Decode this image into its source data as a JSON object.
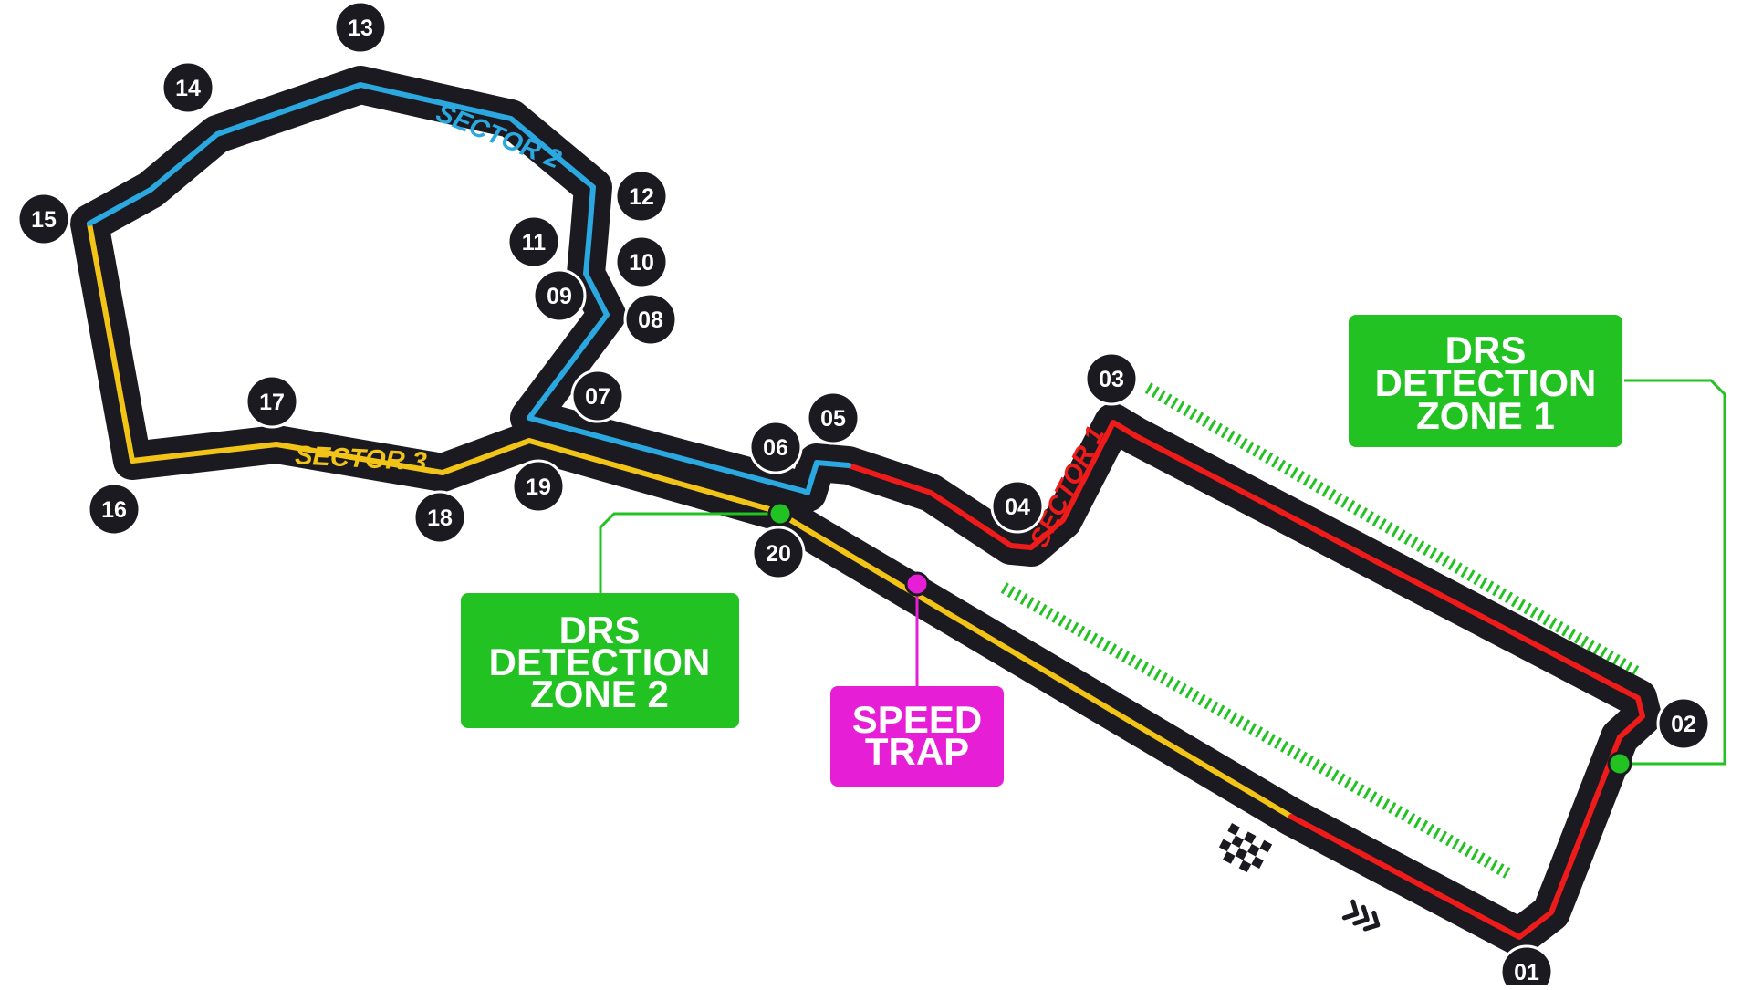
{
  "map": {
    "colors": {
      "track": "#1b1a21",
      "sector1": "#ee1b1b",
      "sector2": "#2aa8df",
      "sector3": "#f2c418",
      "drs": "#22c222",
      "speed_trap": "#e61fd7",
      "label_text": "#ffffff"
    },
    "turns": [
      "01",
      "02",
      "03",
      "04",
      "05",
      "06",
      "07",
      "08",
      "09",
      "10",
      "11",
      "12",
      "13",
      "14",
      "15",
      "16",
      "17",
      "18",
      "19",
      "20"
    ],
    "sectors": [
      {
        "label": "SECTOR 1",
        "color": "#ee1b1b"
      },
      {
        "label": "SECTOR 2",
        "color": "#2aa8df"
      },
      {
        "label": "SECTOR 3",
        "color": "#f2c418"
      }
    ],
    "drs_zone_1": {
      "lines": [
        "DRS",
        "DETECTION",
        "ZONE 1"
      ]
    },
    "drs_zone_2": {
      "lines": [
        "DRS",
        "DETECTION",
        "ZONE 2"
      ]
    },
    "speed_trap": {
      "lines": [
        "SPEED",
        "TRAP"
      ]
    },
    "icons": [
      "checkered-flag-icon",
      "direction-chevrons-icon"
    ]
  }
}
